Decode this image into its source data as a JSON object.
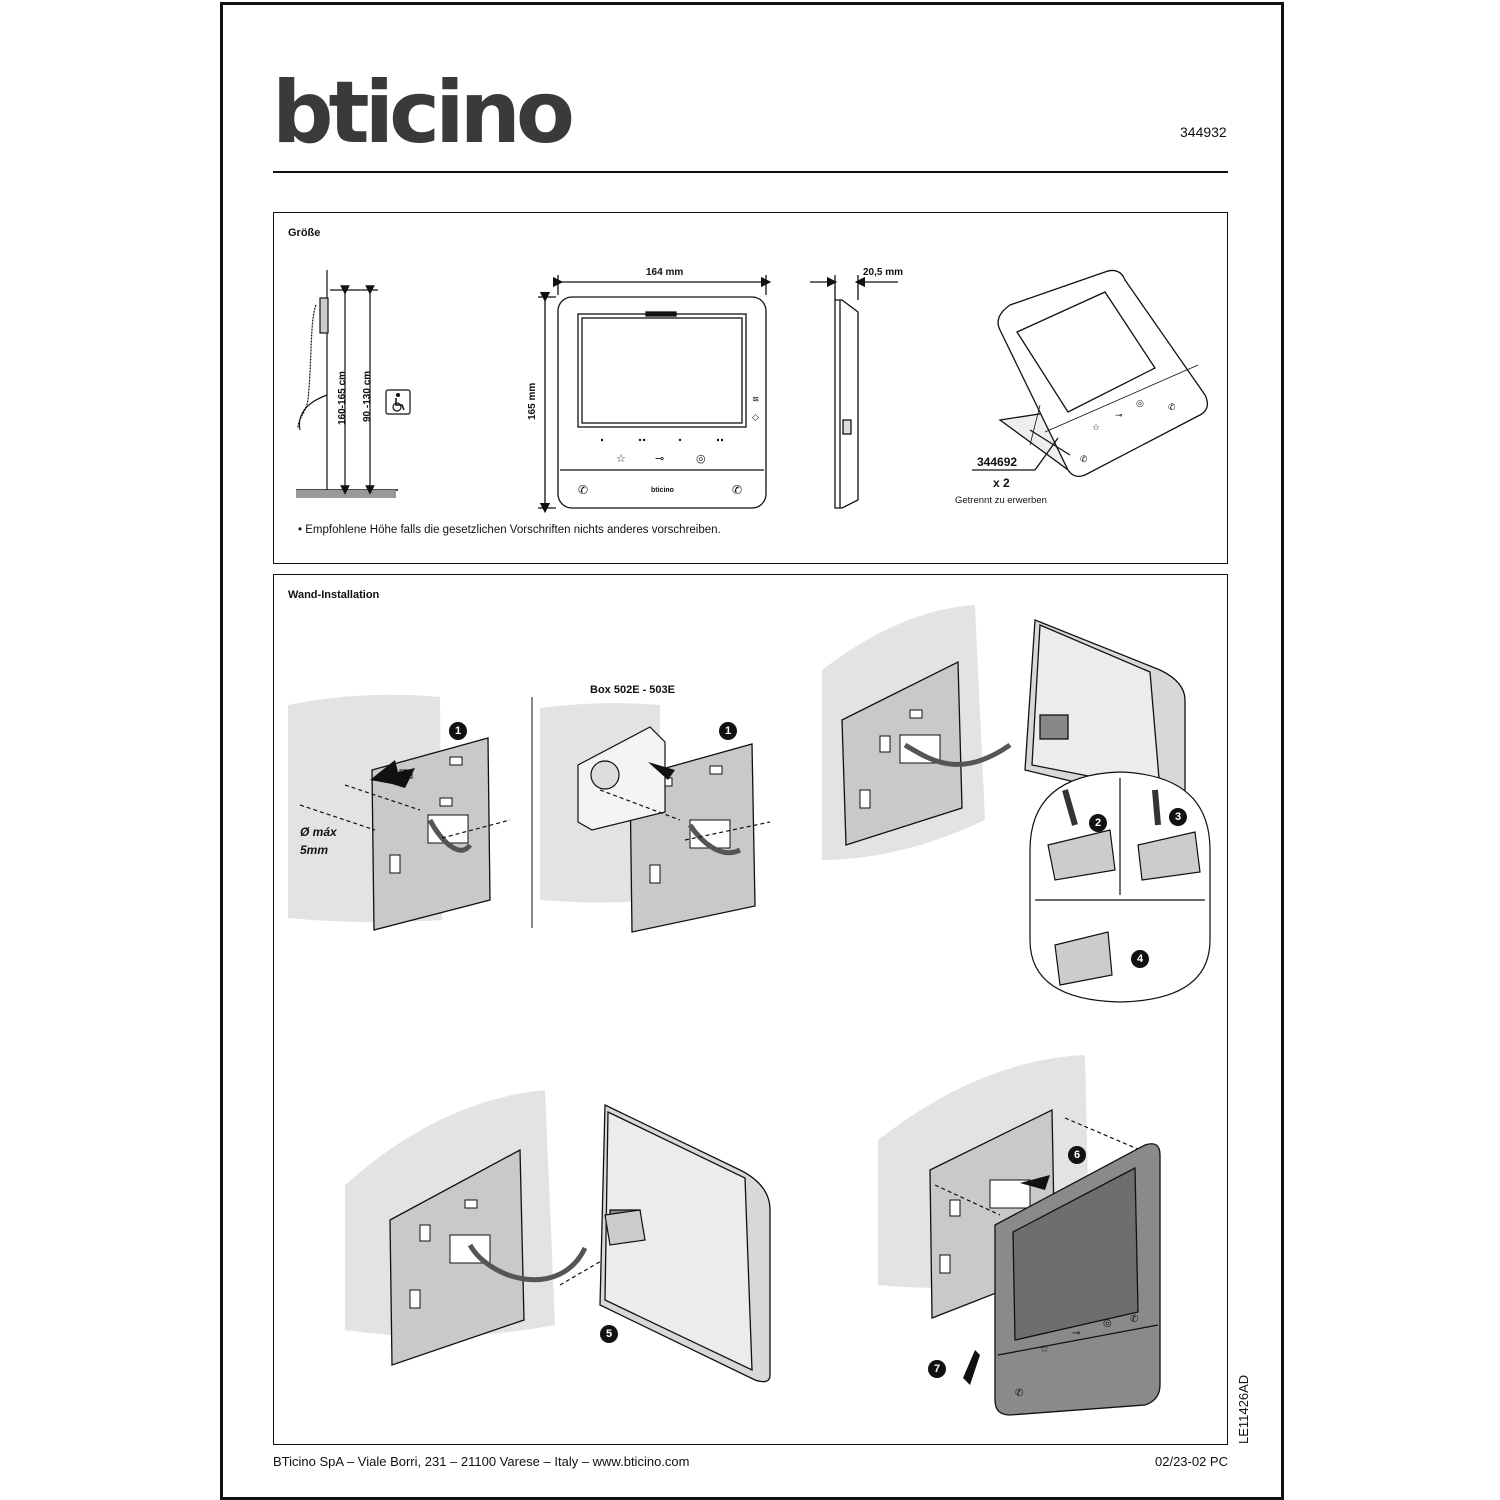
{
  "header": {
    "logo": "bticino",
    "product_code": "344932"
  },
  "size_section": {
    "title": "Größe",
    "height_recommended": "160-165 cm",
    "height_accessible": "90 -130 cm",
    "width": "164 mm",
    "height": "165 mm",
    "depth": "20,5 mm",
    "accessory_code": "344692",
    "accessory_qty": "x 2",
    "accessory_note": "Getrennt zu erwerben",
    "device_brand": "bticino",
    "note": "Empfohlene Höhe falls die gesetzlichen Vorschriften nichts anderes vorschreiben."
  },
  "install_section": {
    "title": "Wand-Installation",
    "box_label": "Box 502E - 503E",
    "drill_label_line1": "Ø máx",
    "drill_label_line2": "5mm",
    "steps": [
      "1",
      "1",
      "2",
      "3",
      "4",
      "5",
      "6",
      "7"
    ]
  },
  "footer": {
    "address": "BTicino SpA – Viale Borri, 231 – 21100 Varese – Italy – www.bticino.com",
    "revision": "02/23-02 PC",
    "doc_code": "LE11426AD"
  },
  "colors": {
    "wall_shade": "#e3e3e3",
    "plate": "#c9c9c9",
    "device_dark": "#7a7a7a",
    "line": "#111111"
  }
}
